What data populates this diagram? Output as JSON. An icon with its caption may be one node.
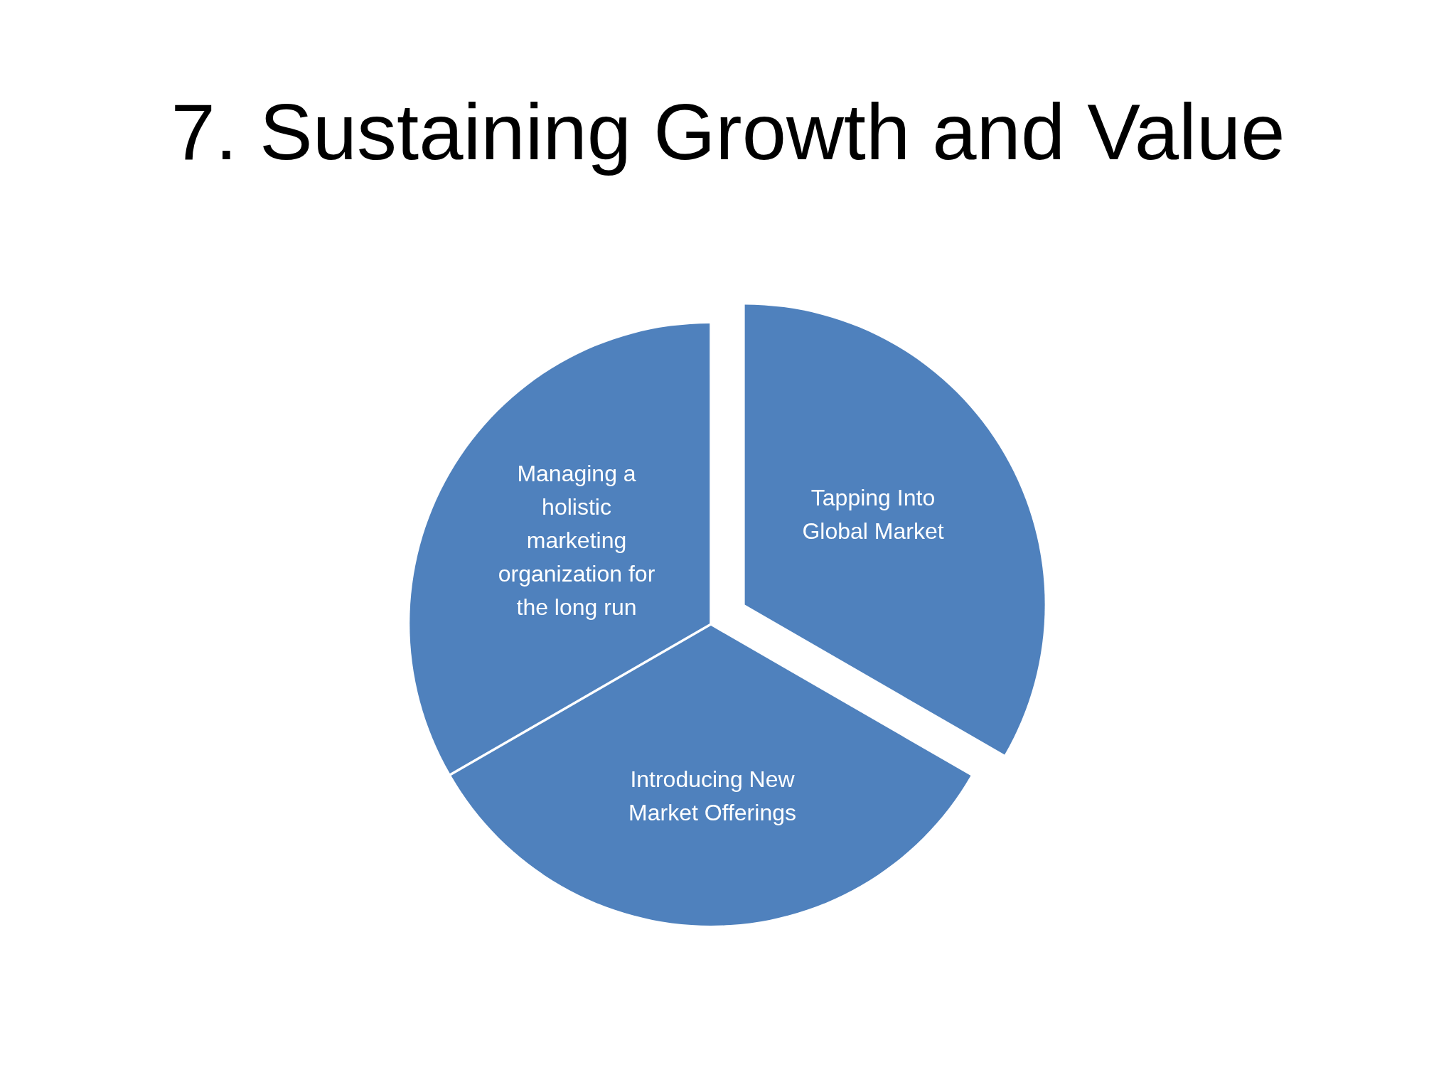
{
  "diagram": {
    "title": "7. Sustaining Growth and Value",
    "nodes": [
      {
        "text": [
          "Tapping Into Global Market"
        ]
      },
      {
        "text": [
          "Introducing New Market Offerings"
        ]
      },
      {
        "text": [
          "Managing a holistic marketing organization for the long run"
        ]
      }
    ]
  }
}
